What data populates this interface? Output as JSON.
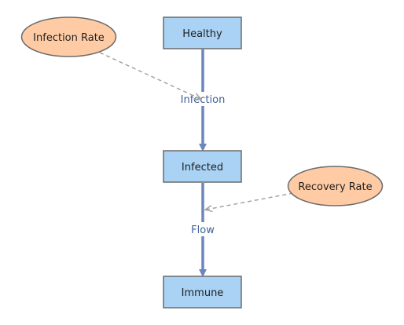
{
  "stocks": {
    "healthy": "Healthy",
    "infected": "Infected",
    "immune": "Immune"
  },
  "flows": {
    "infection": "Infection",
    "recovery": "Flow"
  },
  "auxiliaries": {
    "infection_rate": "Infection Rate",
    "recovery_rate": "Recovery Rate"
  },
  "colors": {
    "stock_fill": "#a9d2f4",
    "stock_stroke": "#6b6b6b",
    "aux_fill": "#ffcba4",
    "aux_stroke": "#6b6b6b",
    "flow_arrow": "#6b86bd",
    "link_arrow": "#a3a3a3"
  }
}
